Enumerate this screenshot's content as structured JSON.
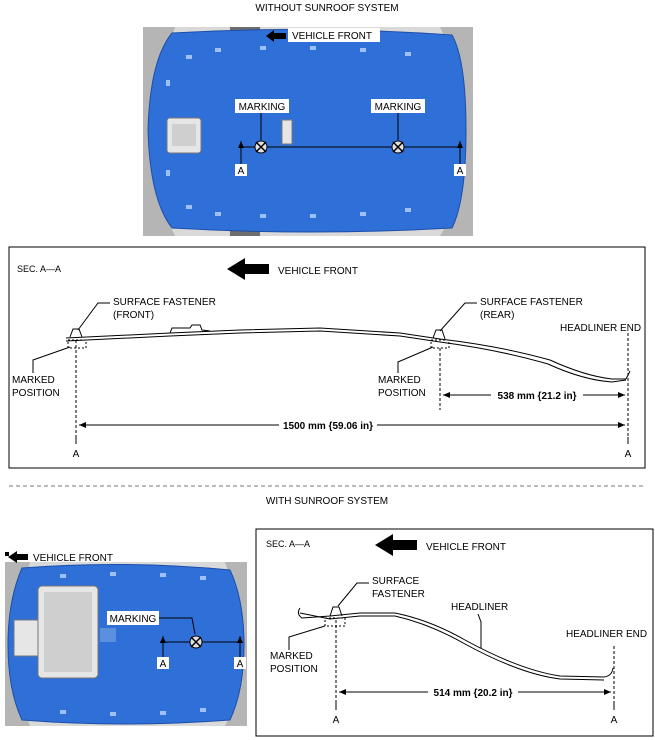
{
  "top_section": {
    "title": "WITHOUT SUNROOF SYSTEM",
    "photo": {
      "vehicle_front": "VEHICLE FRONT",
      "marking_1": "MARKING",
      "marking_2": "MARKING",
      "section_mark_left": "A",
      "section_mark_right": "A"
    },
    "section_view": {
      "sec_label": "SEC. A—A",
      "vehicle_front": "VEHICLE FRONT",
      "fastener_front": [
        "SURFACE FASTENER",
        "(FRONT)"
      ],
      "fastener_rear": [
        "SURFACE FASTENER",
        "(REAR)"
      ],
      "headliner_end": "HEADLINER END",
      "marked_position_1": [
        "MARKED",
        "POSITION"
      ],
      "marked_position_2": [
        "MARKED",
        "POSITION"
      ],
      "dim_rear": "538 mm {21.2 in}",
      "dim_total": "1500 mm {59.06 in}",
      "sec_mark_left": "A",
      "sec_mark_right": "A"
    }
  },
  "bottom_section": {
    "title": "WITH SUNROOF SYSTEM",
    "photo": {
      "vehicle_front": "VEHICLE FRONT",
      "marking": "MARKING",
      "section_mark_left": "A",
      "section_mark_right": "A"
    },
    "section_view": {
      "sec_label": "SEC. A—A",
      "vehicle_front": "VEHICLE FRONT",
      "fastener": [
        "SURFACE",
        "FASTENER"
      ],
      "headliner": "HEADLINER",
      "headliner_end": "HEADLINER END",
      "marked_position": [
        "MARKED",
        "POSITION"
      ],
      "dim": "514 mm {20.2 in}",
      "sec_mark_left": "A",
      "sec_mark_right": "A"
    }
  },
  "colors": {
    "headliner_blue": "#2f6fd8",
    "line": "#000000",
    "frame_grey": "#8c8c8c"
  }
}
